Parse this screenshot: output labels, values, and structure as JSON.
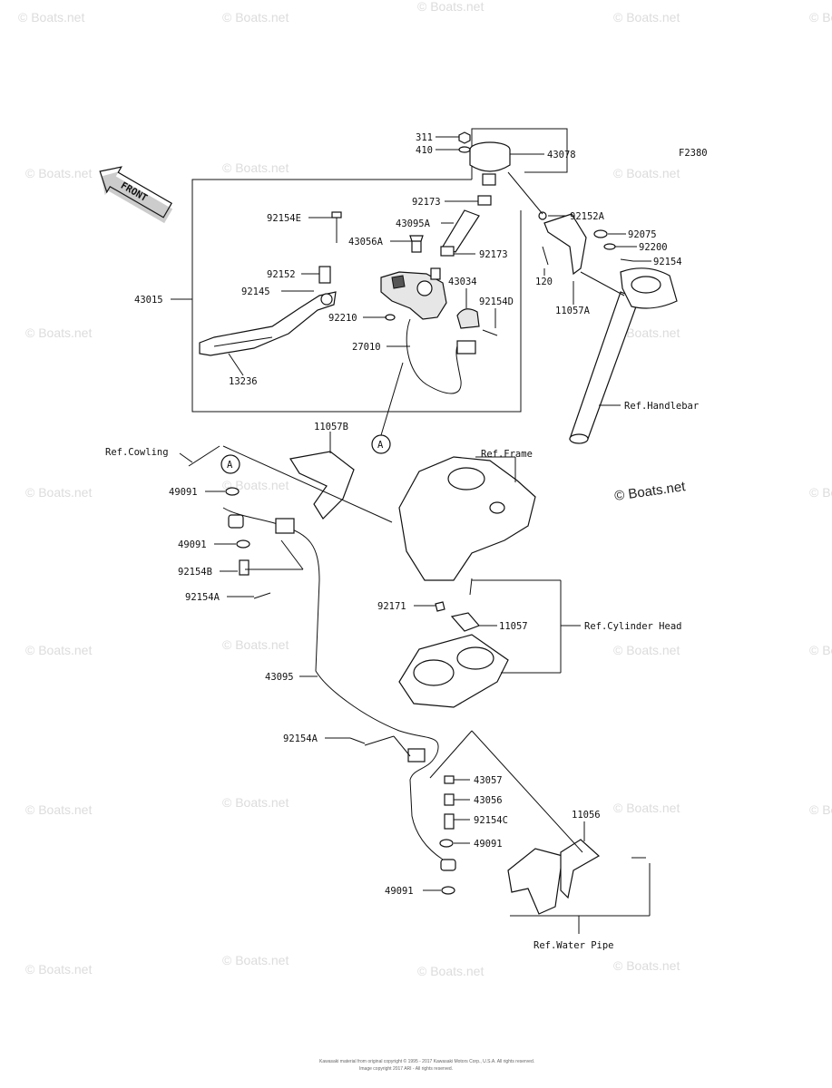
{
  "diagram_code": "F2380",
  "front_label": "FRONT",
  "callout_a": "A",
  "watermark": "© Boats.net",
  "footer": [
    "Kawasaki material from original copyright © 1995 - 2017 Kawasaki Motors Corp., U.S.A. All rights reserved.",
    "Image copyright 2017 ARI - All rights reserved."
  ],
  "labels": {
    "p311": "311",
    "p410": "410",
    "p43078": "43078",
    "p92173a": "92173",
    "p43095A": "43095A",
    "p92154E": "92154E",
    "p43056A": "43056A",
    "p92173b": "92173",
    "p92152": "92152",
    "p92145": "92145",
    "p43034": "43034",
    "p92154D": "92154D",
    "p43015": "43015",
    "p92210": "92210",
    "p27010": "27010",
    "p13236": "13236",
    "p92152A": "92152A",
    "p92075": "92075",
    "p92200": "92200",
    "p92154": "92154",
    "p120": "120",
    "p11057A": "11057A",
    "ref_handlebar": "Ref.Handlebar",
    "p11057B": "11057B",
    "ref_cowling": "Ref.Cowling",
    "ref_frame": "Ref.Frame",
    "p49091a": "49091",
    "p49091b": "49091",
    "p92154B": "92154B",
    "p92154Aa": "92154A",
    "p92171": "92171",
    "p11057": "11057",
    "ref_cylinder_head": "Ref.Cylinder Head",
    "p43095": "43095",
    "p92154Ab": "92154A",
    "p43057": "43057",
    "p43056": "43056",
    "p92154C": "92154C",
    "p49091c": "49091",
    "p49091d": "49091",
    "p11056": "11056",
    "ref_water_pipe": "Ref.Water Pipe"
  }
}
